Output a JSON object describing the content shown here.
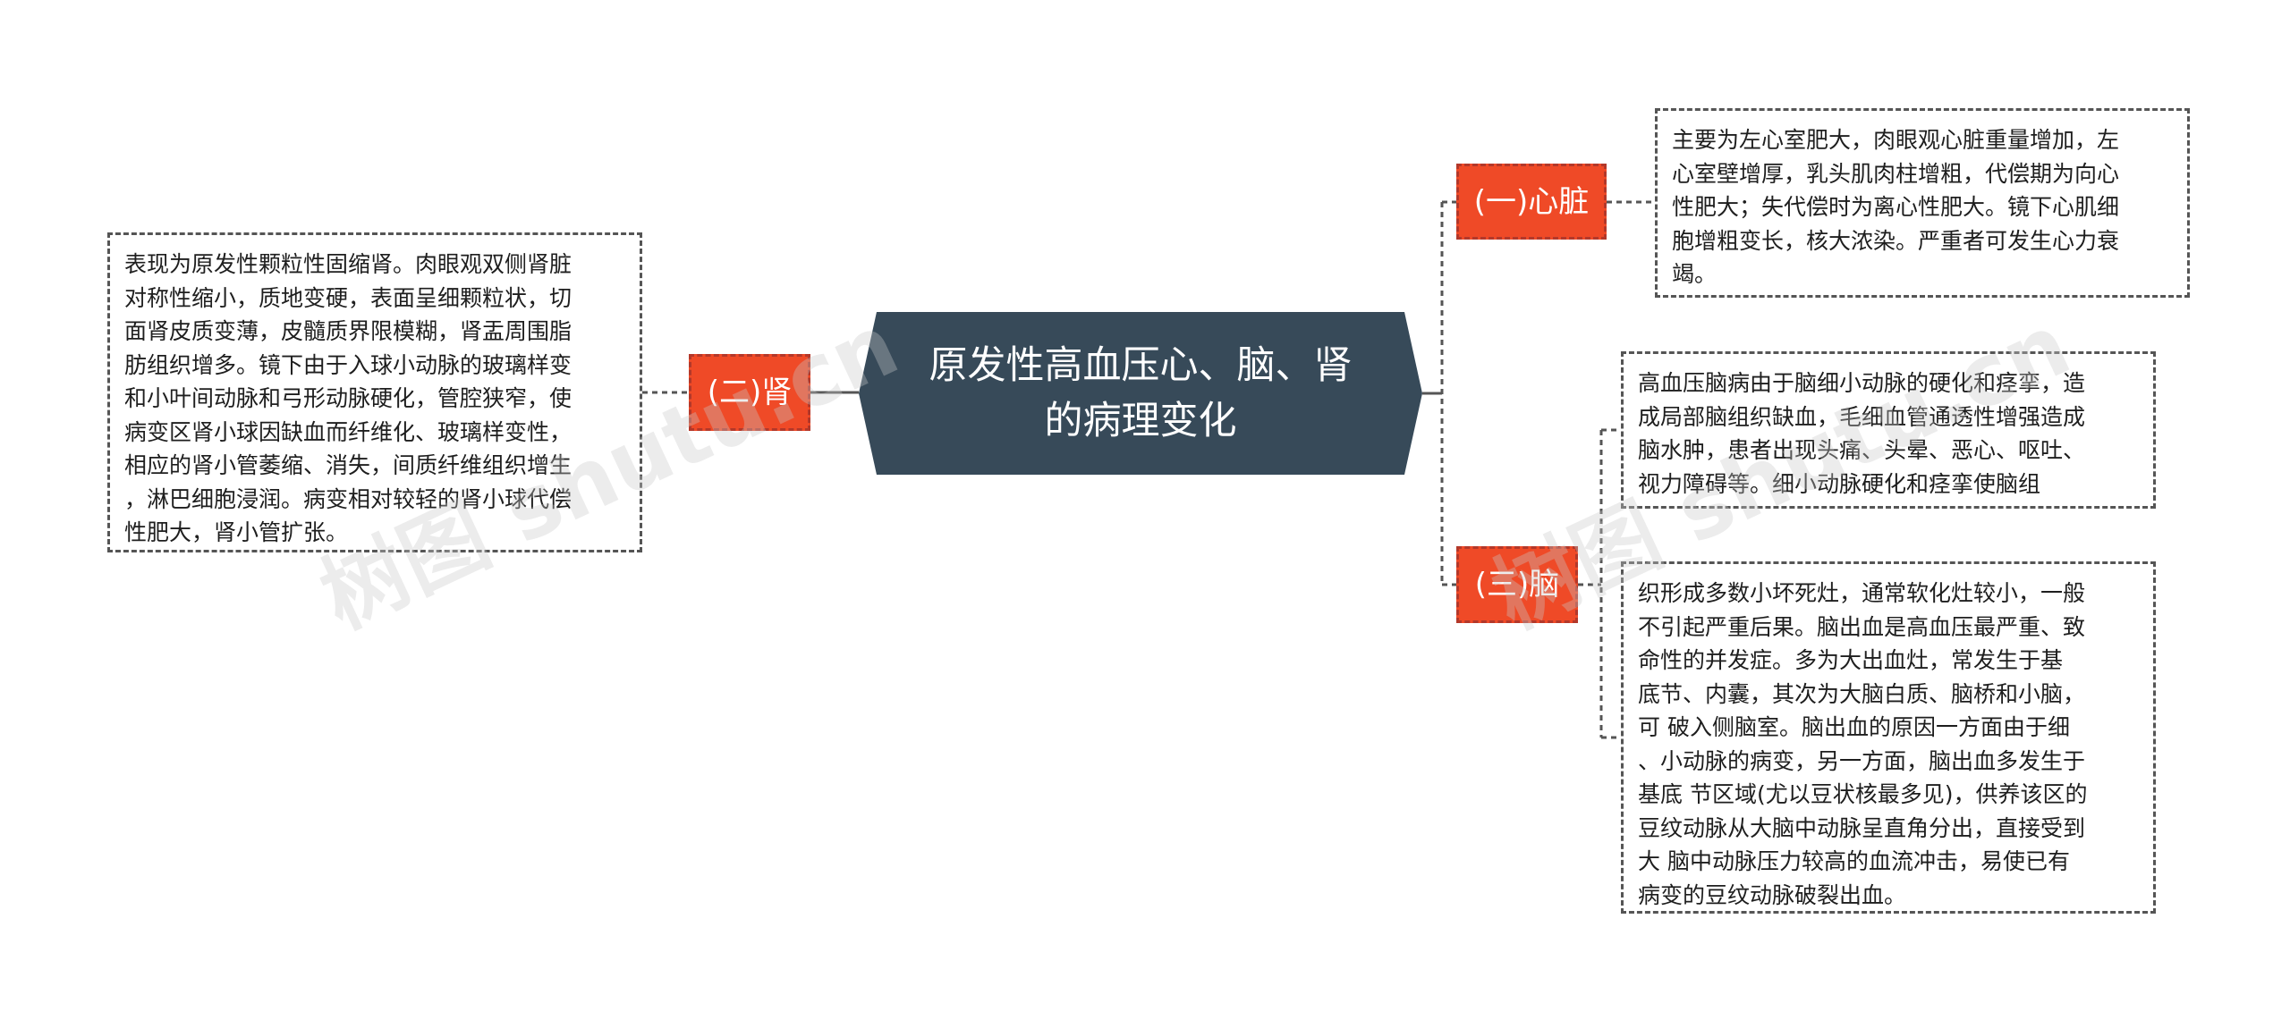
{
  "central": {
    "title": "原发性高血压心、脑、肾\n的病理变化",
    "color": "#374a59"
  },
  "branches": {
    "heart": {
      "label": "(一)心脏",
      "detail": "主要为左心室肥大，肉眼观心脏重量增加，左\n心室壁增厚，乳头肌肉柱增粗，代偿期为向心\n性肥大；失代偿时为离心性肥大。镜下心肌细\n胞增粗变长，核大浓染。严重者可发生心力衰\n竭。"
    },
    "kidney": {
      "label": "(二)肾",
      "detail": "表现为原发性颗粒性固缩肾。肉眼观双侧肾脏\n对称性缩小，质地变硬，表面呈细颗粒状，切\n面肾皮质变薄，皮髓质界限模糊，肾盂周围脂\n肪组织增多。镜下由于入球小动脉的玻璃样变\n和小叶间动脉和弓形动脉硬化，管腔狭窄，使\n病变区肾小球因缺血而纤维化、玻璃样变性，\n相应的肾小管萎缩、消失，间质纤维组织增生\n，淋巴细胞浸润。病变相对较轻的肾小球代偿\n性肥大，肾小管扩张。"
    },
    "brain": {
      "label": "(三)脑",
      "detail_1": "高血压脑病由于脑细小动脉的硬化和痉挛，造\n成局部脑组织缺血，毛细血管通透性增强造成\n脑水肿，患者出现头痛、头晕、恶心、呕吐、\n视力障碍等。细小动脉硬化和痉挛使脑组",
      "detail_2": "织形成多数小坏死灶，通常软化灶较小，一般\n不引起严重后果。脑出血是高血压最严重、致\n 命性的并发症。多为大出血灶，常发生于基\n底节、内囊，其次为大脑白质、脑桥和小脑，\n可 破入侧脑室。脑出血的原因一方面由于细\n、小动脉的病变，另一方面，脑出血多发生于\n基底 节区域(尤以豆状核最多见)，供养该区的\n豆纹动脉从大脑中动脉呈直角分出，直接受到\n大 脑中动脉压力较高的血流冲击，易使已有\n病变的豆纹动脉破裂出血。"
    },
    "color": "#ef4a27"
  },
  "watermarks": [
    "树图 shutu.cn",
    "树图 shutu.cn"
  ]
}
